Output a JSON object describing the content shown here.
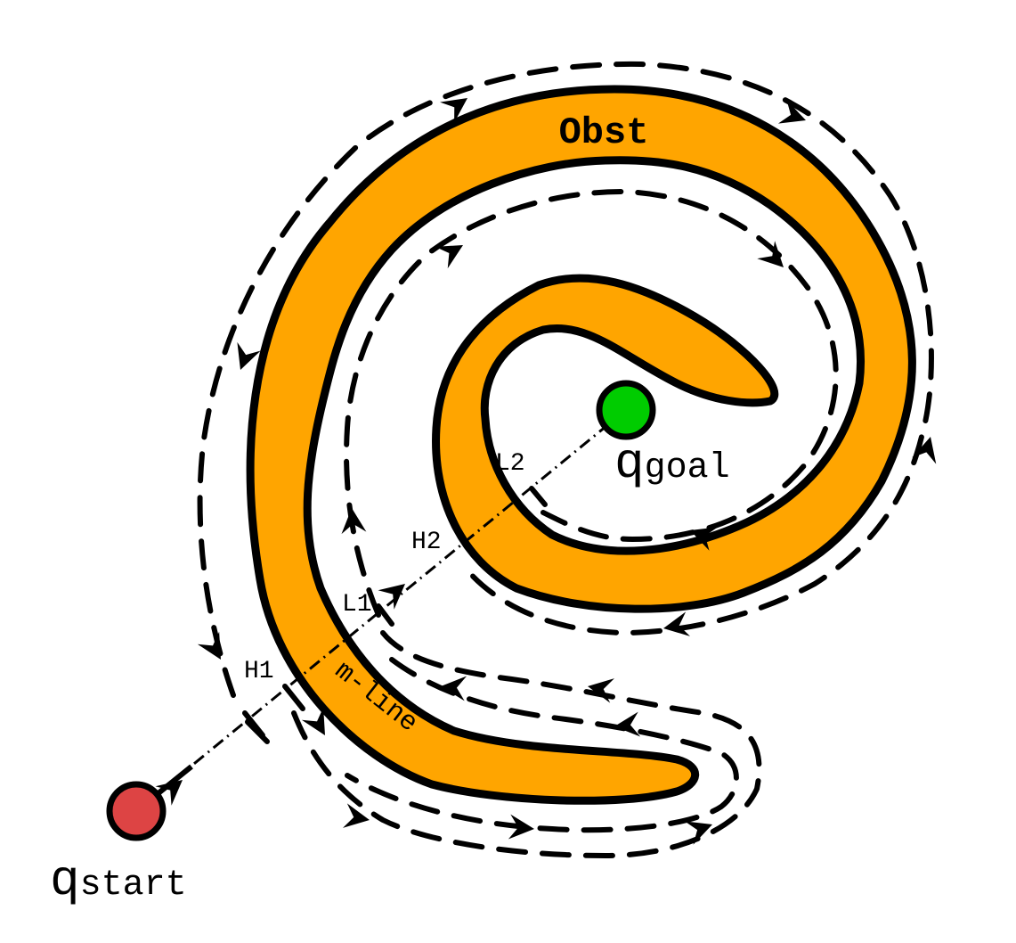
{
  "diagram": {
    "obstacle_label": "Obst",
    "obstacle_color": "#ffa500",
    "start": {
      "q": "q",
      "sub": "start",
      "color": "#dd4444"
    },
    "goal": {
      "q": "q",
      "sub": "goal",
      "color": "#00cc00"
    },
    "mline_label": "m-line",
    "hit_points": [
      "H1",
      "H2"
    ],
    "leave_points": [
      "L1",
      "L2"
    ],
    "line_color": "#000000"
  }
}
